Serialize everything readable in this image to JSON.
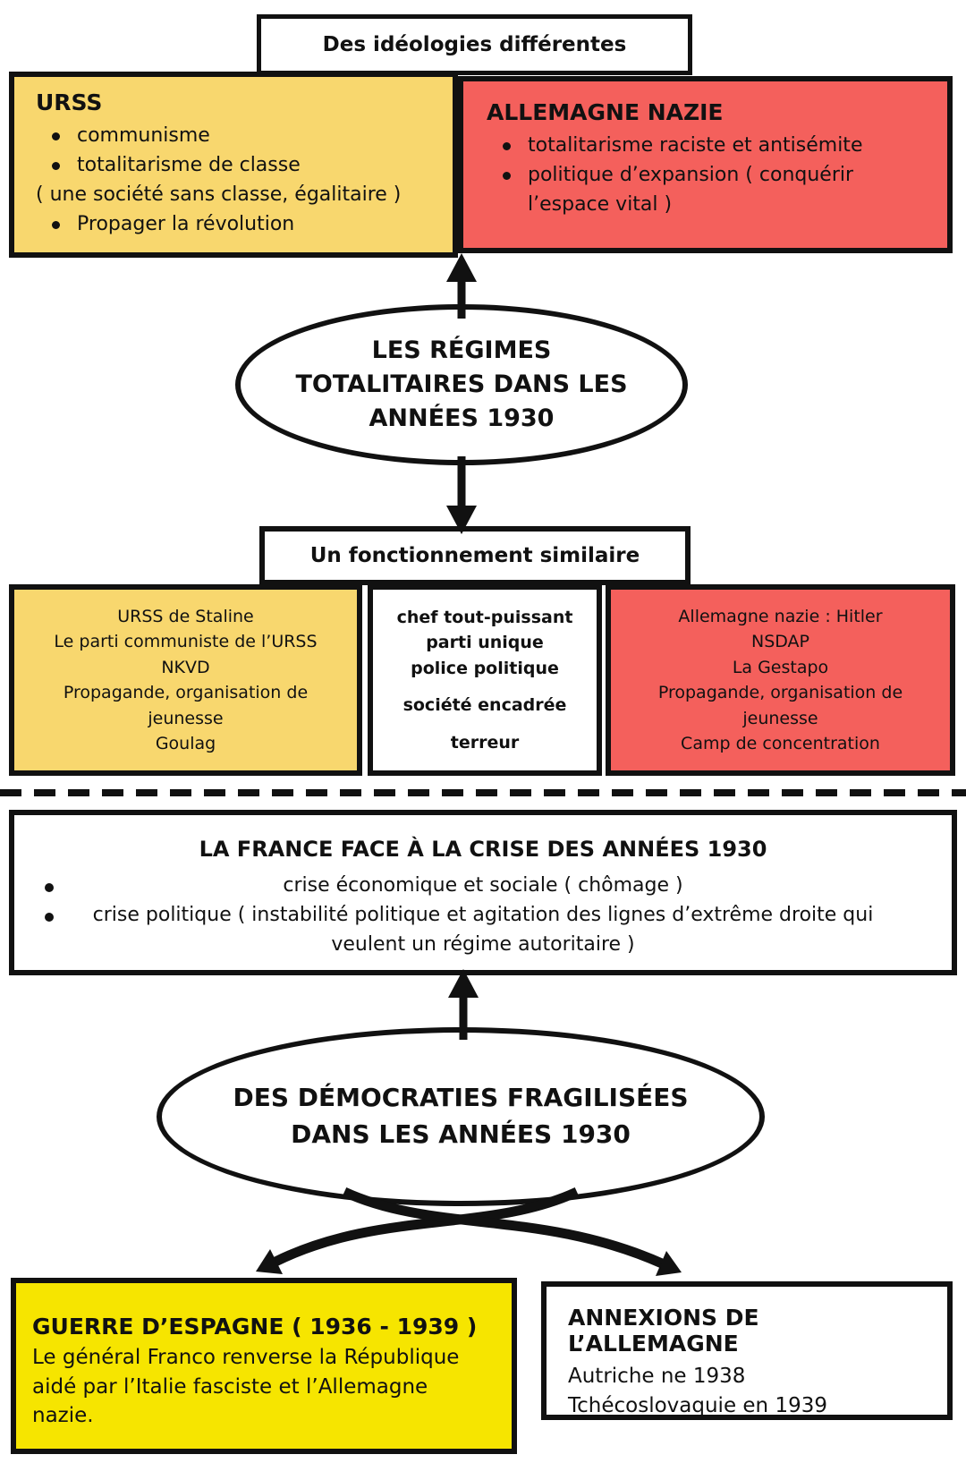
{
  "colors": {
    "pale_yellow": "#F8D76E",
    "red": "#F4605C",
    "bright_yellow": "#F6E500",
    "ink": "#111111",
    "paper": "#FFFFFF"
  },
  "top": {
    "label": "Des idéologies différentes"
  },
  "ideologies": {
    "urss": {
      "title": "URSS",
      "bullets": [
        "communisme",
        "totalitarisme de classe"
      ],
      "note": "( une société sans classe, égalitaire )",
      "bullet_last": "Propager la révolution"
    },
    "germany": {
      "title": "ALLEMAGNE NAZIE",
      "bullets": [
        "totalitarisme raciste et antisémite",
        "politique d’expansion ( conquérir l’espace vital )"
      ]
    }
  },
  "ellipse1": {
    "lines": [
      "LES RÉGIMES",
      "TOTALITAIRES DANS LES",
      "ANNÉES 1930"
    ]
  },
  "similar": {
    "label": "Un fonctionnement similaire"
  },
  "functioning": {
    "urss": {
      "lines": [
        "URSS de Staline",
        "Le parti communiste de l’URSS",
        "NKVD",
        "Propagande, organisation de jeunesse",
        "Goulag"
      ]
    },
    "common": {
      "lines": [
        "chef tout-puissant",
        "parti unique",
        "police politique",
        "société encadrée",
        "terreur"
      ]
    },
    "germany": {
      "lines": [
        "Allemagne nazie : Hitler",
        "NSDAP",
        "La Gestapo",
        "Propagande, organisation de jeunesse",
        "Camp de concentration"
      ]
    }
  },
  "france": {
    "title": "LA FRANCE FACE À LA CRISE DES ANNÉES 1930",
    "bullets": [
      "crise économique et sociale ( chômage )",
      "crise politique ( instabilité politique et agitation des lignes d’extrême droite qui veulent un régime autoritaire )"
    ]
  },
  "ellipse2": {
    "lines": [
      "DES DÉMOCRATIES FRAGILISÉES",
      "DANS LES ANNÉES 1930"
    ]
  },
  "spain": {
    "title": "GUERRE D’ESPAGNE ( 1936 - 1939 )",
    "body": "Le général Franco renverse la République aidé par l’Italie fasciste et l’Allemagne nazie."
  },
  "annexations": {
    "title": "ANNEXIONS DE L’ALLEMAGNE",
    "lines": [
      "Autriche ne 1938",
      "Tchécoslovaquie en 1939"
    ]
  }
}
